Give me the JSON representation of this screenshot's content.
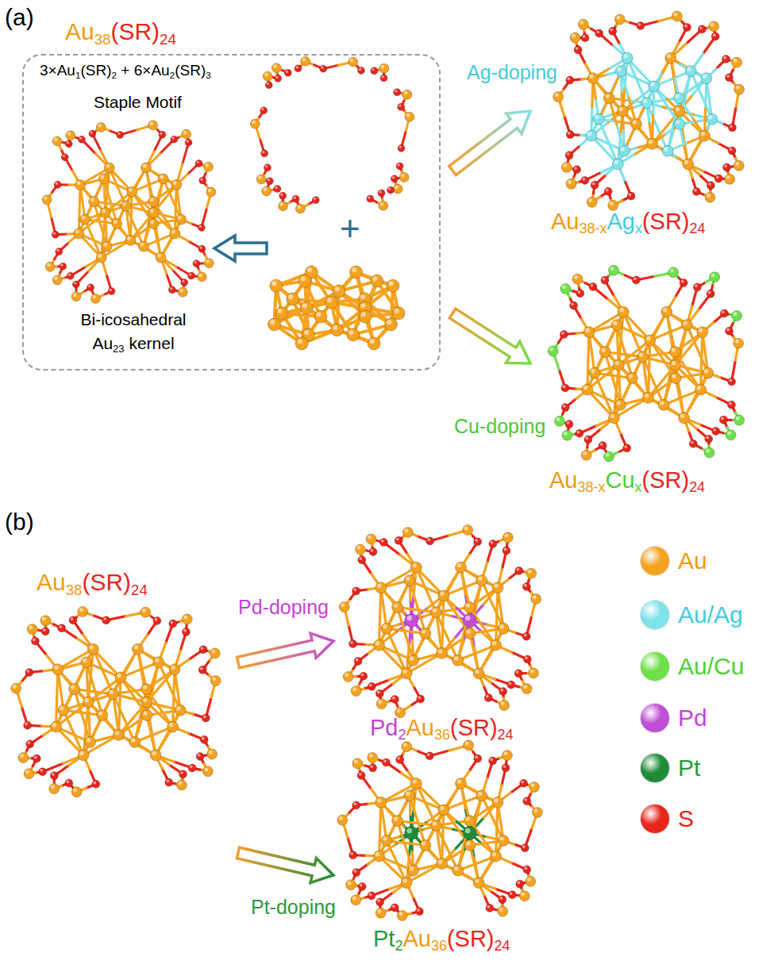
{
  "diagram": {
    "nodes": [
      {
        "text": [
          "Au38(SR)24",
          "3×Au1(SR)2 + 6×Au2(SR)3",
          "Staple Motif",
          "Bi-icosahedral Au23 kernel"
        ]
      }
    ],
    "labels": [
      "(a)",
      "+",
      "Ag-doping",
      "Au38-xAgx(SR)24",
      "Cu-doping",
      "Au38-xCux(SR)24",
      "(b)",
      "Au38(SR)24",
      "Pd-doping",
      "Pd2Au36(SR)24",
      "Pt-doping",
      "Pt2Au36(SR)24"
    ],
    "legend": [
      {
        "text": "Au",
        "color": "#f5a31f"
      },
      {
        "text": "Au/Ag",
        "color": "#7fe3ea"
      },
      {
        "text": "Au/Cu",
        "color": "#6fe04a"
      },
      {
        "text": "Pd",
        "color": "#c14fd6"
      },
      {
        "text": "Pt",
        "color": "#1f8c3a"
      },
      {
        "text": "S",
        "color": "#e8261c"
      }
    ]
  }
}
